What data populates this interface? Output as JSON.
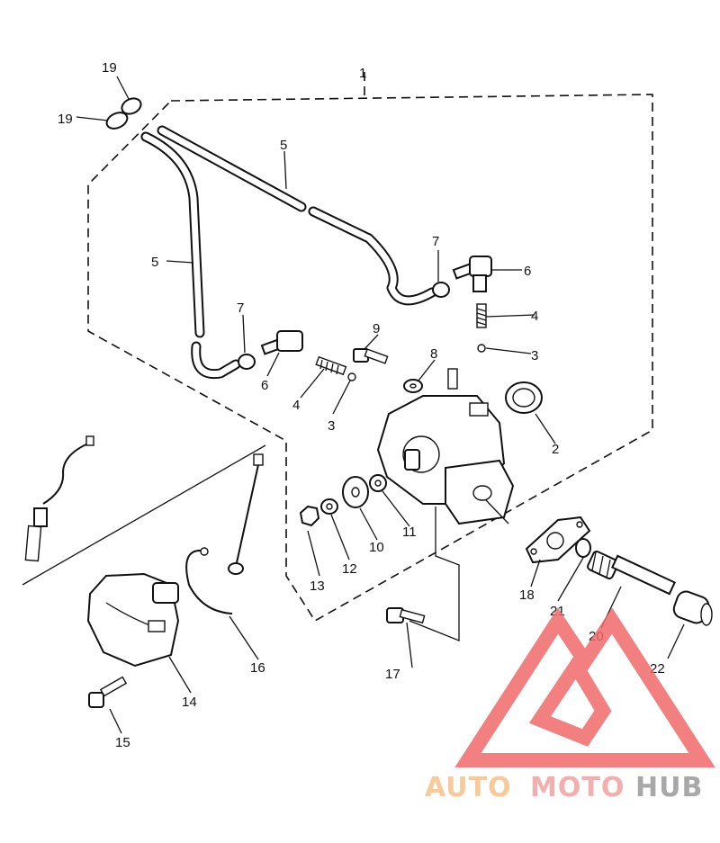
{
  "diagram": {
    "callouts": [
      {
        "id": "c1",
        "text": "1"
      },
      {
        "id": "c2",
        "text": "2"
      },
      {
        "id": "c3a",
        "text": "3"
      },
      {
        "id": "c3b",
        "text": "3"
      },
      {
        "id": "c4a",
        "text": "4"
      },
      {
        "id": "c4b",
        "text": "4"
      },
      {
        "id": "c5a",
        "text": "5"
      },
      {
        "id": "c5b",
        "text": "5"
      },
      {
        "id": "c6a",
        "text": "6"
      },
      {
        "id": "c6b",
        "text": "6"
      },
      {
        "id": "c7a",
        "text": "7"
      },
      {
        "id": "c7b",
        "text": "7"
      },
      {
        "id": "c8",
        "text": "8"
      },
      {
        "id": "c9",
        "text": "9"
      },
      {
        "id": "c10",
        "text": "10"
      },
      {
        "id": "c11",
        "text": "11"
      },
      {
        "id": "c12",
        "text": "12"
      },
      {
        "id": "c13",
        "text": "13"
      },
      {
        "id": "c14",
        "text": "14"
      },
      {
        "id": "c15",
        "text": "15"
      },
      {
        "id": "c16",
        "text": "16"
      },
      {
        "id": "c17",
        "text": "17"
      },
      {
        "id": "c18",
        "text": "18"
      },
      {
        "id": "c19a",
        "text": "19"
      },
      {
        "id": "c19b",
        "text": "19"
      },
      {
        "id": "c20",
        "text": "20"
      },
      {
        "id": "c21",
        "text": "21"
      },
      {
        "id": "c22",
        "text": "22"
      }
    ]
  },
  "watermark": {
    "brand_part1": "AUTO",
    "brand_part2": "MOTO",
    "brand_part3": "HUB",
    "color_part1": "#f6c08a",
    "color_part2": "#f2a0a0",
    "color_part3": "#9a9a9a",
    "logo_color": "#f06a6a"
  }
}
